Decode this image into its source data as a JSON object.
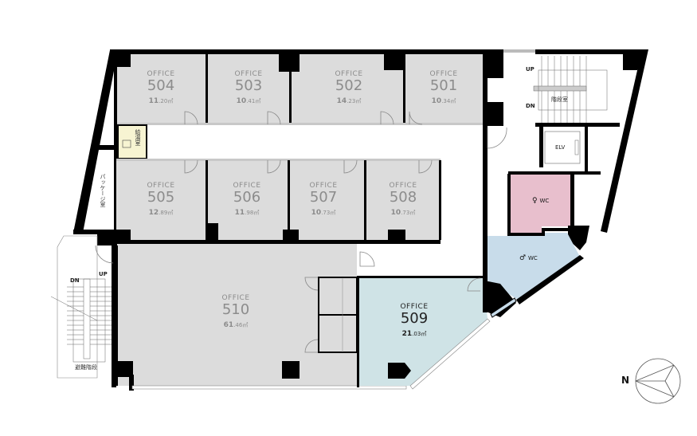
{
  "floor_plan": {
    "offices": [
      {
        "id": "504",
        "label": "OFFICE",
        "number": "504",
        "area_int": "11",
        "area_dec": ".20㎡"
      },
      {
        "id": "503",
        "label": "OFFICE",
        "number": "503",
        "area_int": "10",
        "area_dec": ".41㎡"
      },
      {
        "id": "502",
        "label": "OFFICE",
        "number": "502",
        "area_int": "14",
        "area_dec": ".23㎡"
      },
      {
        "id": "501",
        "label": "OFFICE",
        "number": "501",
        "area_int": "10",
        "area_dec": ".34㎡"
      },
      {
        "id": "505",
        "label": "OFFICE",
        "number": "505",
        "area_int": "12",
        "area_dec": ".89㎡"
      },
      {
        "id": "506",
        "label": "OFFICE",
        "number": "506",
        "area_int": "11",
        "area_dec": ".98㎡"
      },
      {
        "id": "507",
        "label": "OFFICE",
        "number": "507",
        "area_int": "10",
        "area_dec": ".73㎡"
      },
      {
        "id": "508",
        "label": "OFFICE",
        "number": "508",
        "area_int": "10",
        "area_dec": ".73㎡"
      },
      {
        "id": "510",
        "label": "OFFICE",
        "number": "510",
        "area_int": "61",
        "area_dec": ".46㎡"
      },
      {
        "id": "509",
        "label": "OFFICE",
        "number": "509",
        "area_int": "21",
        "area_dec": ".03㎡"
      }
    ],
    "facilities": {
      "kitchenette": "給湯室",
      "package_room": "パッケージ室",
      "stair_hall": "階段室",
      "evacuation_stairs": "避難階段",
      "elevator": "ELV",
      "wc_female": "WC",
      "wc_male": "WC",
      "up": "UP",
      "dn": "DN"
    },
    "compass": {
      "label": "N"
    },
    "colors": {
      "office": "#dcdcdc",
      "office_highlight": "#cfe3e6",
      "wc_female": "#e8bfcd",
      "wc_male": "#c8dcea",
      "kitchenette": "#f7f4d2",
      "wall": "#000000",
      "label": "#8c8c8c"
    }
  }
}
